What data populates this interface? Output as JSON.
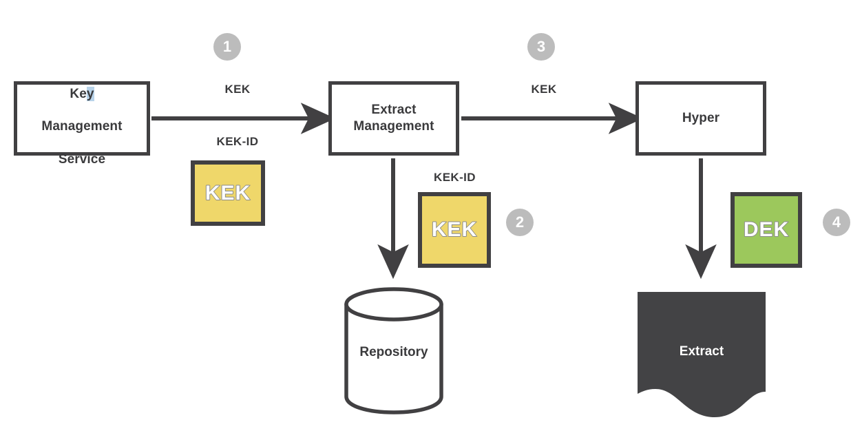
{
  "diagram": {
    "title": "Extract encryption key flow",
    "background": "#ffffff",
    "colors": {
      "outline": "#414042",
      "text": "#3a3a3c",
      "badge": "#bcbcbc",
      "kek_fill": "#efd76a",
      "dek_fill": "#9cc85c",
      "extract_fill": "#434345",
      "selection_highlight": "#b8d3ea"
    }
  },
  "nodes": {
    "kms": {
      "label": "Key\nManagement\nService",
      "label_part_1": "Ke",
      "label_part_selected": "y",
      "label_part_2": "Management",
      "label_part_3": "Service"
    },
    "extract_management": {
      "label": "Extract\nManagement"
    },
    "hyper": {
      "label": "Hyper"
    },
    "repository": {
      "label": "Repository"
    },
    "extract": {
      "label": "Extract"
    }
  },
  "edge_labels": {
    "kms_to_em_top": "KEK",
    "kms_to_em_bottom": "KEK-ID",
    "em_to_hyper": "KEK",
    "em_to_repo": "KEK-ID"
  },
  "key_tiles": {
    "kek_1": {
      "text": "KEK",
      "type": "kek"
    },
    "kek_2": {
      "text": "KEK",
      "type": "kek"
    },
    "dek_1": {
      "text": "DEK",
      "type": "dek"
    }
  },
  "badges": [
    {
      "number": "1"
    },
    {
      "number": "2"
    },
    {
      "number": "3"
    },
    {
      "number": "4"
    }
  ]
}
